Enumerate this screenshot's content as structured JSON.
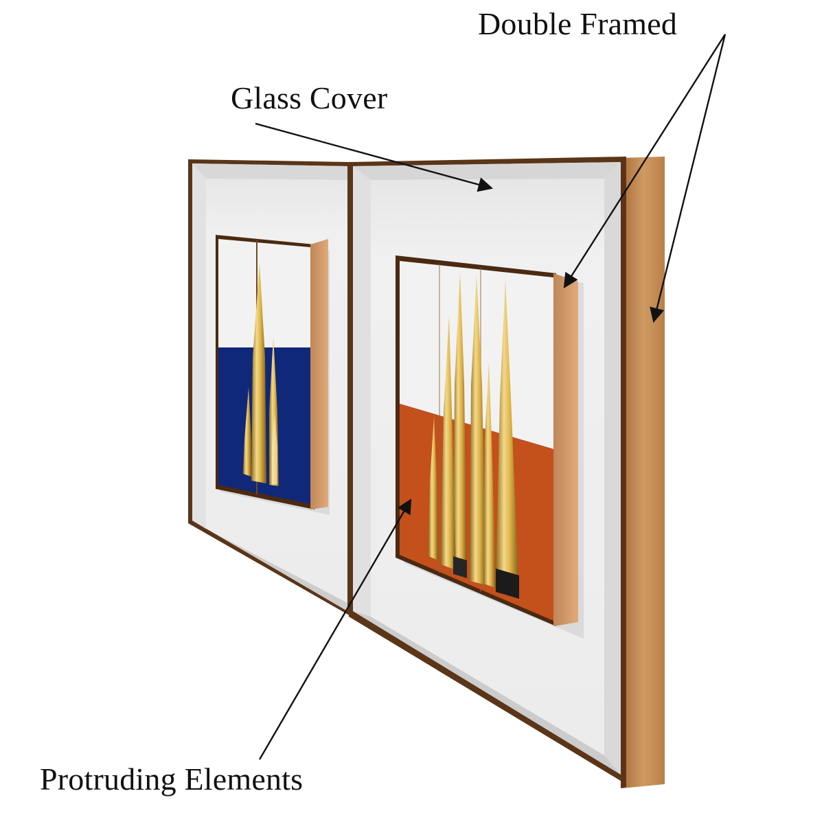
{
  "callouts": {
    "double_framed": "Double Framed",
    "glass_cover": "Glass Cover",
    "protruding_elements": "Protruding Elements"
  },
  "colors": {
    "frame_wood": "#c48a52",
    "frame_dark": "#4a2a12",
    "mat_white": "#f1f1f1",
    "panel_blue": "#10287a",
    "panel_orange": "#c4501c",
    "gold": "#d9b246",
    "arrow": "#111111"
  },
  "artwork": {
    "left_panel_color_name": "navy-blue",
    "right_panel_color_name": "burnt-orange",
    "motif": "gold-spires"
  }
}
